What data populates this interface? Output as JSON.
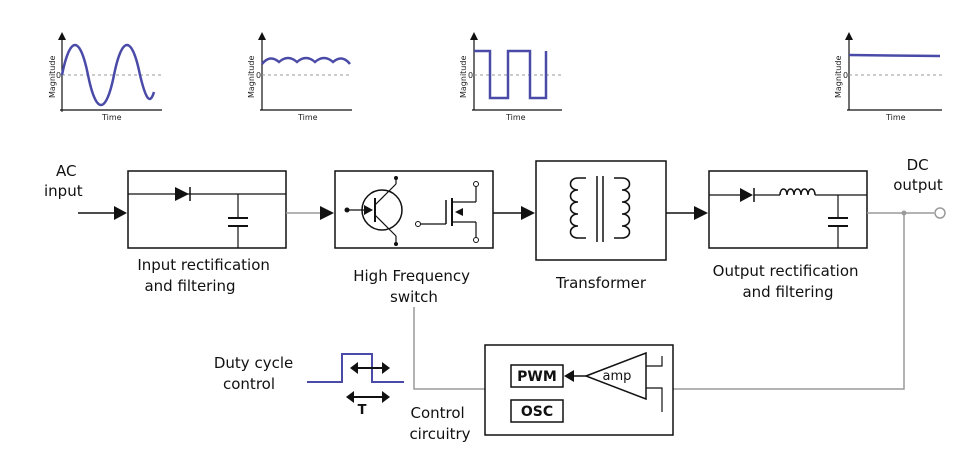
{
  "labels": {
    "ac_input": [
      "AC",
      "input"
    ],
    "dc_output": [
      "DC",
      "output"
    ],
    "input_rect": [
      "Input rectification",
      "and filtering"
    ],
    "hf_switch": [
      "High Frequency",
      "switch"
    ],
    "transformer": "Transformer",
    "output_rect": [
      "Output rectification",
      "and filtering"
    ],
    "duty_cycle": [
      "Duty cycle",
      "control"
    ],
    "period": "T",
    "control": [
      "Control",
      "circuitry"
    ],
    "pwm": "PWM",
    "osc": "OSC",
    "amp": "amp"
  },
  "waveforms": [
    {
      "name": "sine",
      "ylabel": "Magnitude",
      "xlabel": "Time",
      "zero": "0"
    },
    {
      "name": "rectified",
      "ylabel": "Magnitude",
      "xlabel": "Time",
      "zero": "0"
    },
    {
      "name": "square",
      "ylabel": "Magnitude",
      "xlabel": "Time",
      "zero": "0"
    },
    {
      "name": "dc",
      "ylabel": "Magnitude",
      "xlabel": "Time",
      "zero": "0"
    }
  ],
  "colors": {
    "line": "#111111",
    "wave": "#4a4aa8",
    "gray": "#9a9a9a"
  }
}
